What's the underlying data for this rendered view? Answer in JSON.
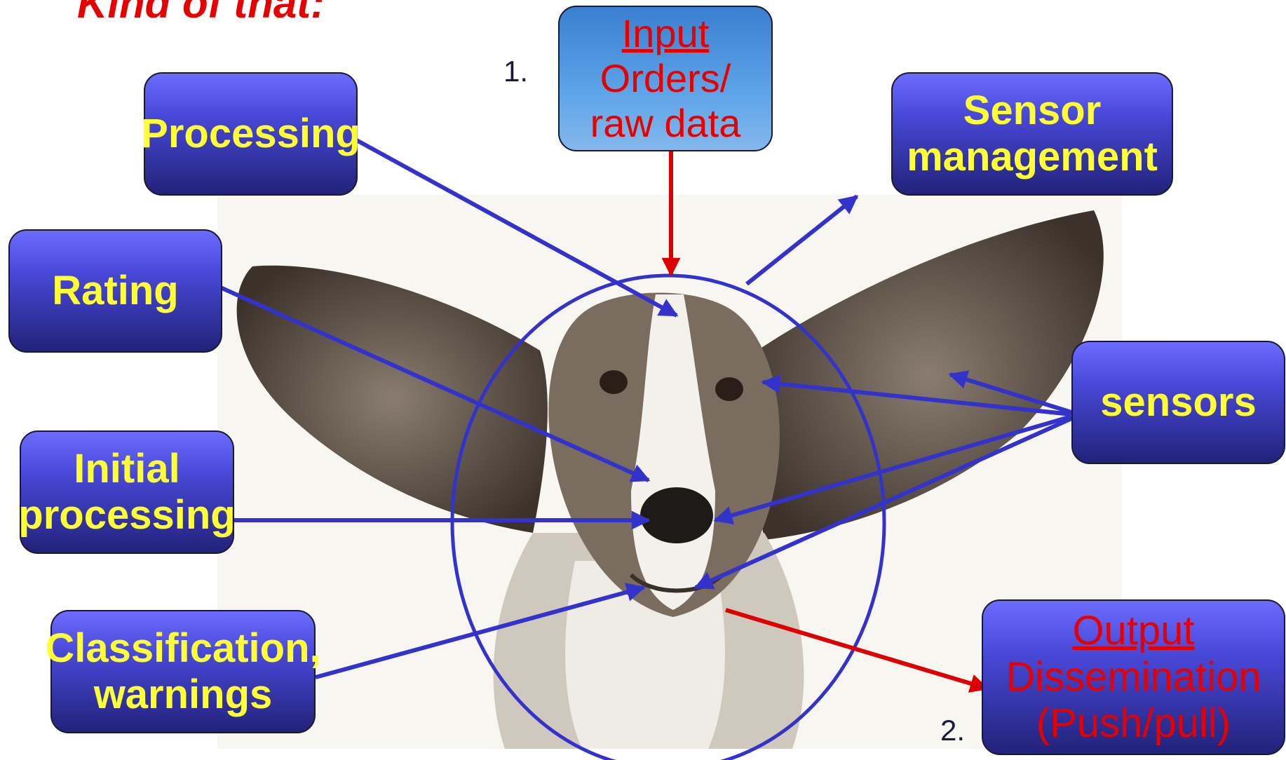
{
  "title": "Kind of that:",
  "numbers": {
    "step1": "1.",
    "step2": "2."
  },
  "boxes": {
    "input": {
      "heading": "Input",
      "line1": "Orders/",
      "line2": "raw data"
    },
    "processing": {
      "line1": "Processing"
    },
    "sensor_management": {
      "line1": "Sensor",
      "line2": "management"
    },
    "rating": {
      "line1": "Rating"
    },
    "sensors": {
      "line1": "sensors"
    },
    "initial_processing": {
      "line1": "Initial",
      "line2": "processing"
    },
    "classification": {
      "line1": "Classification,",
      "line2": "warnings"
    },
    "output": {
      "heading": "Output",
      "line1": "Dissemination",
      "line2": "(Push/pull)"
    }
  },
  "colors": {
    "arrow_blue": "#3333cc",
    "arrow_red": "#dd0000",
    "box_text": "#ffff33",
    "accent_red": "#e60000"
  }
}
